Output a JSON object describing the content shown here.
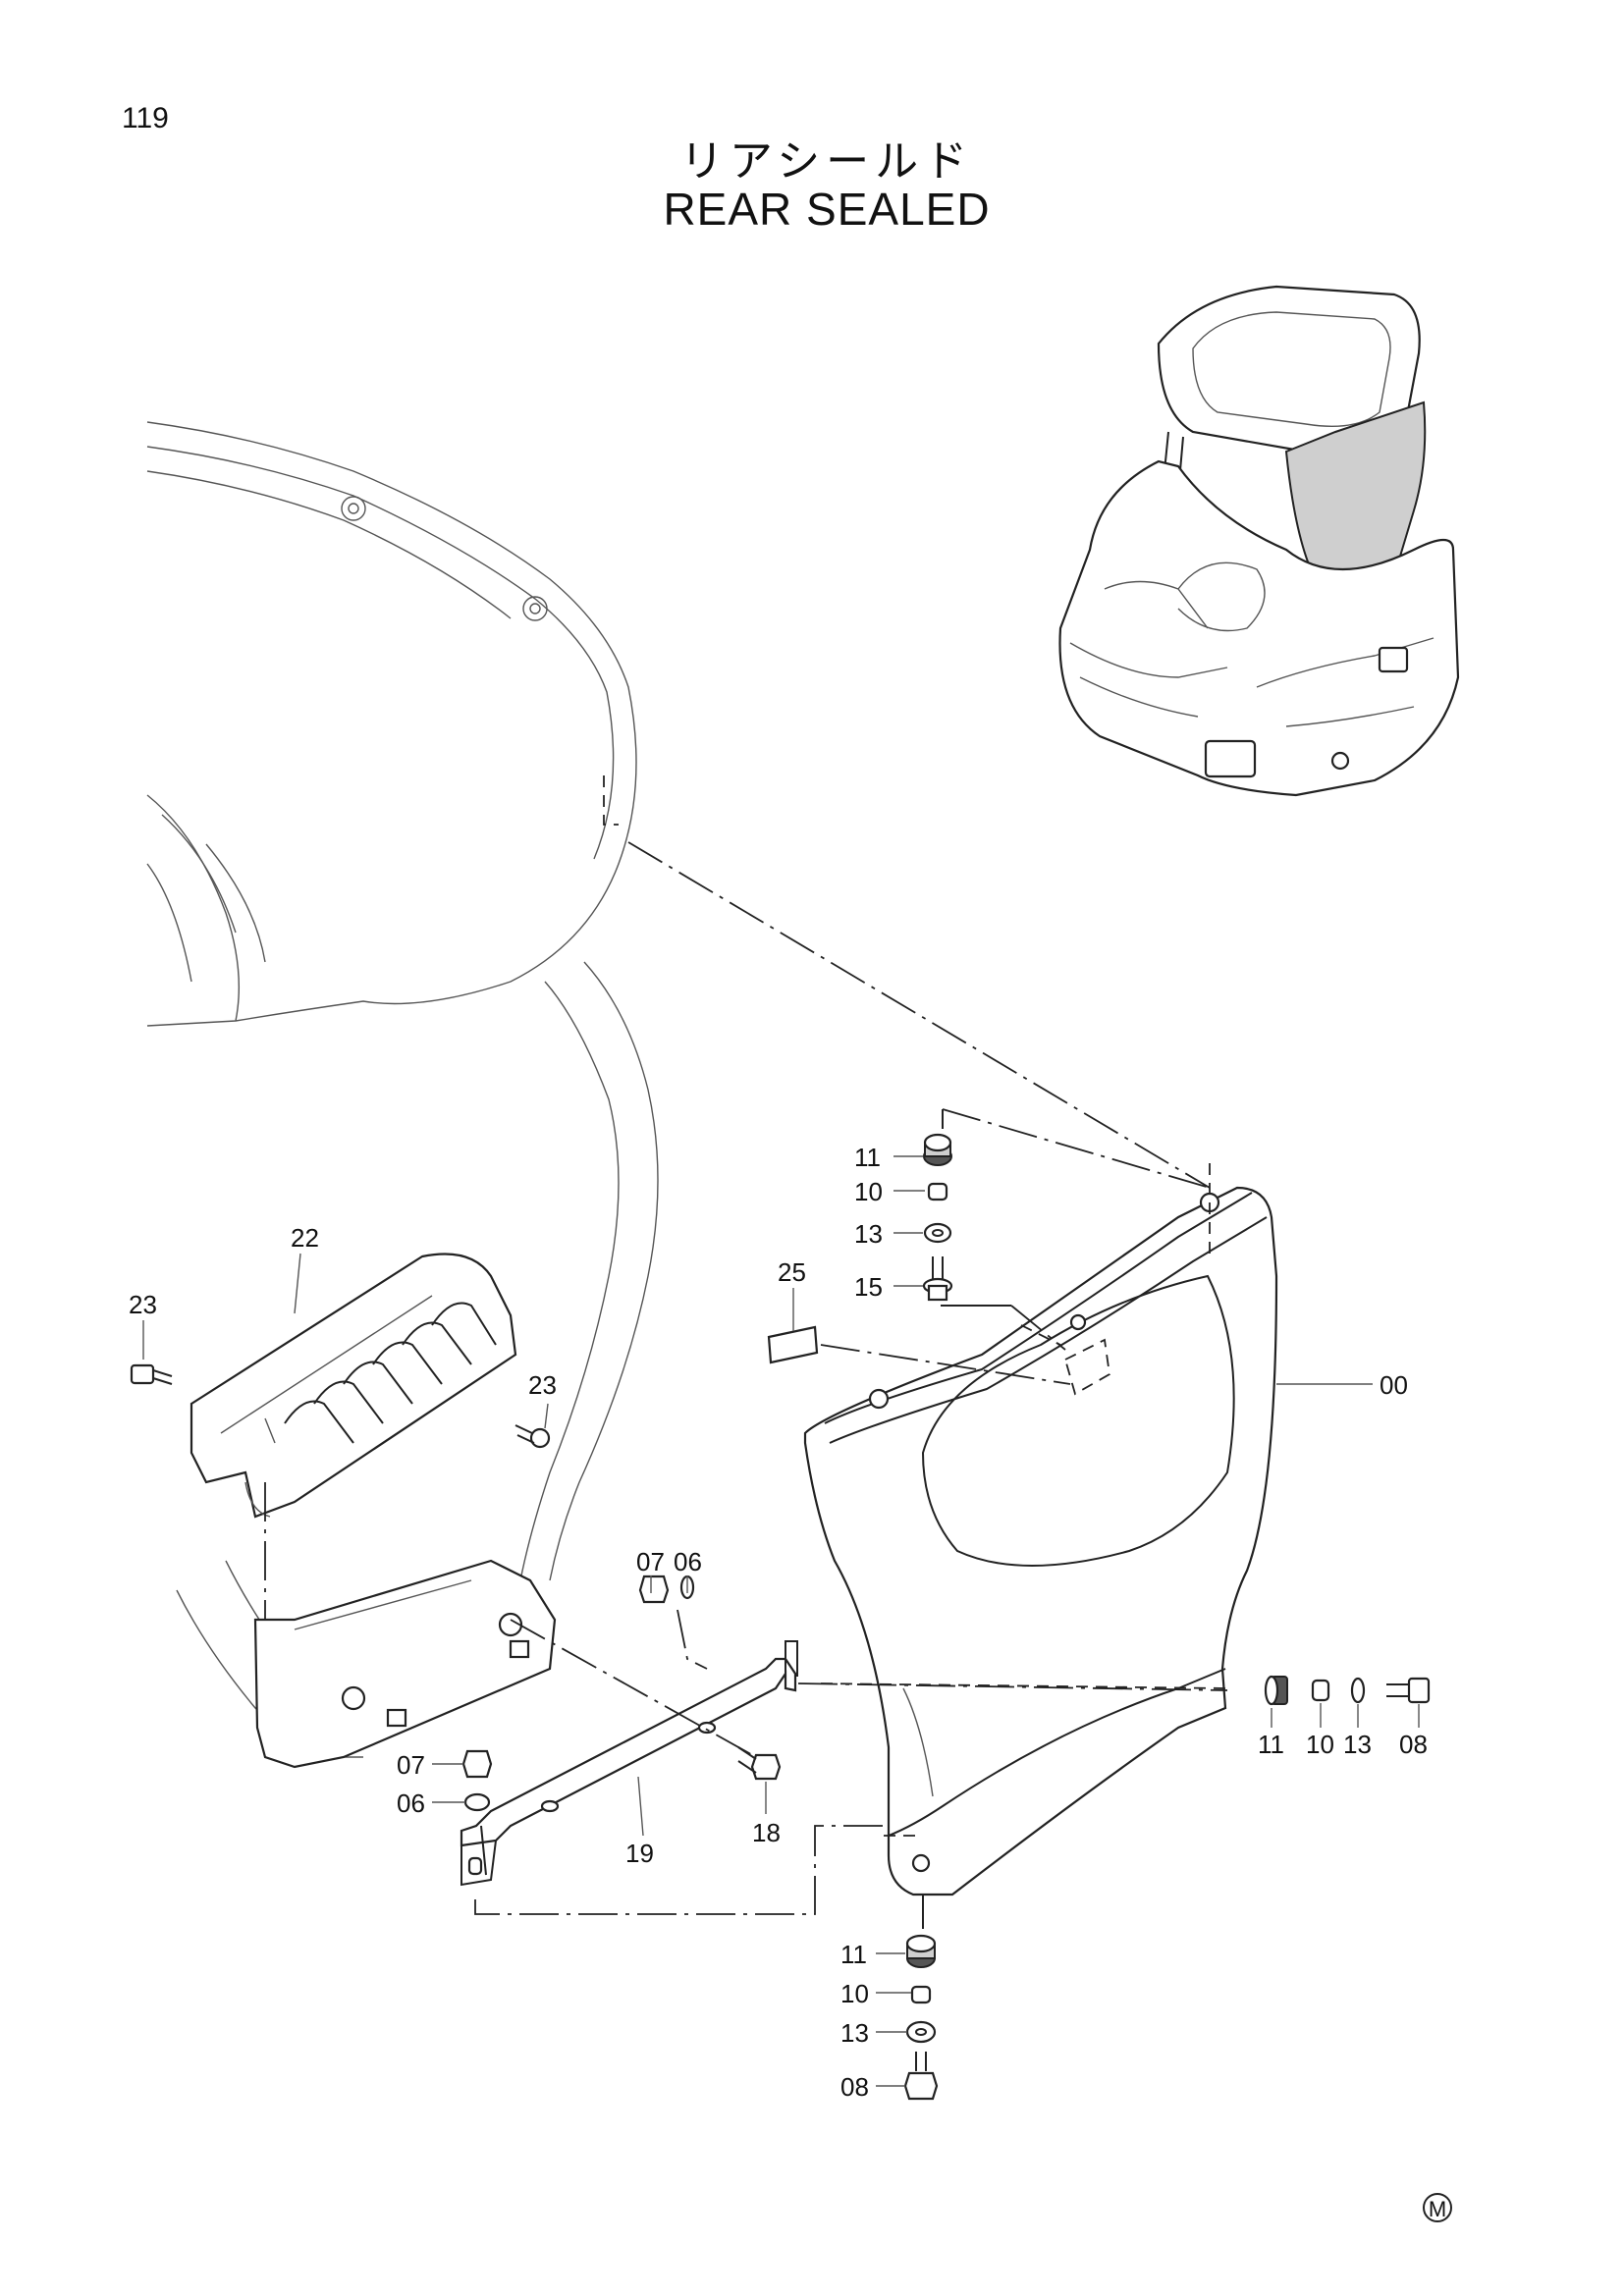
{
  "page_number": "119",
  "title_jp": "リアシールド",
  "title_en": "REAR SEALED",
  "callouts": {
    "p00": "00",
    "p06a": "06",
    "p06b": "06",
    "p07a": "07",
    "p07b": "07",
    "p08a": "08",
    "p08b": "08",
    "p10a": "10",
    "p10b": "10",
    "p10c": "10",
    "p11a": "11",
    "p11b": "11",
    "p11c": "11",
    "p13a": "13",
    "p13b": "13",
    "p13c": "13",
    "p15": "15",
    "p18": "18",
    "p19": "19",
    "p22": "22",
    "p23a": "23",
    "p23b": "23",
    "p25": "25"
  },
  "mark": "M"
}
